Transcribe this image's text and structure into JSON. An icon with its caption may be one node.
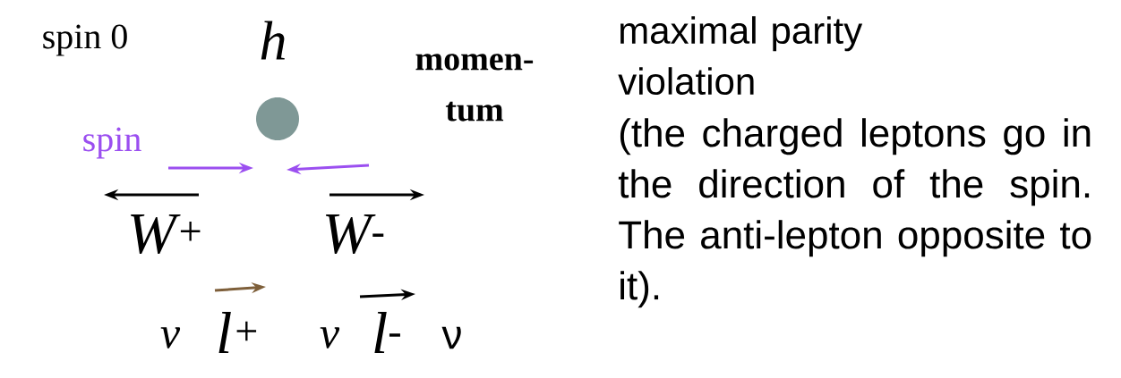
{
  "diagram": {
    "nodes": [
      {
        "text": [],
        "shape": "circle"
      }
    ],
    "labels": [
      "spin 0",
      "h",
      "momen- tum",
      "spin",
      "W$^{+}$",
      "W$^{-}$",
      "ν",
      "l$^{+}$",
      "ν",
      "l$^{-}$",
      "ν",
      "maximal parity violation",
      "(the charged leptons go in the direction of the spin. The anti-lepton opposite to it)."
    ]
  }
}
